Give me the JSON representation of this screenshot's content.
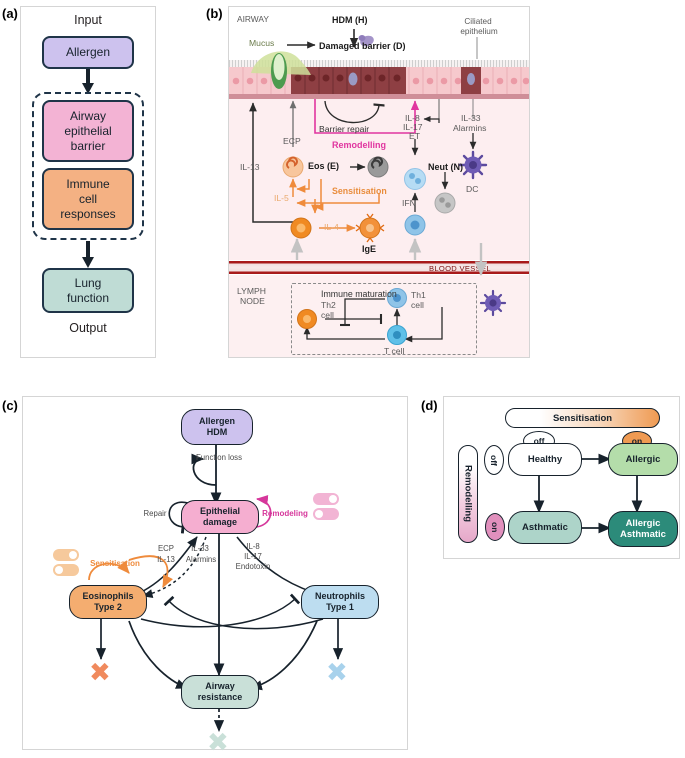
{
  "figure": {
    "panel_labels": {
      "a": "(a)",
      "b": "(b)",
      "c": "(c)",
      "d": "(d)"
    }
  },
  "panel_a": {
    "input_label": "Input",
    "output_label": "Output",
    "boxes": [
      {
        "label": "Allergen",
        "color": "#cdc2ee"
      },
      {
        "label": "Airway\nepithelial\nbarrier",
        "line1": "Airway",
        "line2": "epithelial",
        "line3": "barrier",
        "color": "#f3b3d4"
      },
      {
        "label": "Immune\ncell\nresponses",
        "line1": "Immune",
        "line2": "cell",
        "line3": "responses",
        "color": "#f4b183"
      },
      {
        "label": "Lung\nfunction",
        "line1": "Lung",
        "line2": "function",
        "color": "#bfdcd5"
      }
    ]
  },
  "panel_b": {
    "compartments": {
      "airway": "AIRWAY",
      "blood_vessel": "BLOOD VESSEL",
      "lymph_node_line1": "LYMPH",
      "lymph_node_line2": "NODE"
    },
    "labels": {
      "hdm": "HDM (H)",
      "mucus": "Mucus",
      "damaged_barrier": "Damaged barrier (D)",
      "ciliated_line1": "Ciliated",
      "ciliated_line2": "epithelium",
      "barrier_repair": "Barrier repair",
      "remodelling": "Remodelling",
      "ecp": "ECP",
      "il13": "IL-13",
      "il5": "IL-5",
      "il4": "IL-4",
      "eos": "Eos (E)",
      "sensitisation": "Sensitisation",
      "ige": "IgE",
      "il8": "IL-8",
      "il17": "IL-17",
      "et": "ET",
      "neut": "Neut (N)",
      "ifn": "IFN",
      "il33": "IL-33",
      "alarmins": "Alarmins",
      "dc": "DC",
      "immune_maturation": "Immune maturation",
      "th2_line1": "Th2",
      "th2_line2": "cell",
      "th1_line1": "Th1",
      "th1_line2": "cell",
      "t_cell": "T cell"
    }
  },
  "panel_c": {
    "nodes": [
      {
        "id": "allergen",
        "line1": "Allergen",
        "line2": "HDM",
        "color": "#cdc2ee"
      },
      {
        "id": "epithelial",
        "line1": "Epithelial",
        "line2": "damage",
        "color": "#f5aed0"
      },
      {
        "id": "eosinophils",
        "line1": "Eosinophils",
        "line2": "Type 2",
        "color": "#f4ad70"
      },
      {
        "id": "neutrophils",
        "line1": "Neutrophils",
        "line2": "Type 1",
        "color": "#bdddf0"
      },
      {
        "id": "airway",
        "line1": "Airway",
        "line2": "resistance",
        "color": "#c9e0d8"
      }
    ],
    "edge_labels": {
      "function_loss": "Function loss",
      "repair": "Repair",
      "remodeling": "Remodeling",
      "sensitisation": "Sensitisation",
      "ecp": "ECP",
      "il13": "IL-13",
      "il33": "IL-33",
      "alarmins": "Alarmins",
      "il8": "IL-8",
      "il17": "IL-17",
      "endotoxin": "Endotoxin"
    },
    "markers": {
      "eosinophil_x": "✖",
      "neutrophil_x": "✖",
      "airway_x": "✖"
    },
    "colors": {
      "sensitisation": "#ef8b3c",
      "remodeling": "#d6379b",
      "eos_x": "#f08a5d",
      "neut_x": "#a8d2ec",
      "airway_x": "#c9e0d8"
    }
  },
  "panel_d": {
    "axis_x_label": "Sensitisation",
    "axis_y_label": "Remodelling",
    "toggles": {
      "x_off": "off",
      "x_on": "on",
      "y_off": "off",
      "y_on": "on"
    },
    "states": [
      {
        "id": "healthy",
        "line1": "Healthy",
        "line2": "",
        "color": "#ffffff"
      },
      {
        "id": "allergic",
        "line1": "Allergic",
        "line2": "",
        "color": "#b4ddaa"
      },
      {
        "id": "asthmatic",
        "line1": "Asthmatic",
        "line2": "",
        "color": "#add4c9"
      },
      {
        "id": "allergic_asthmatic",
        "line1": "Allergic",
        "line2": "Asthmatic",
        "color": "#2c8b7a"
      }
    ],
    "colors": {
      "sens_gradient_start": "#ffffff",
      "sens_gradient_end": "#ef9a52",
      "remod_gradient_start": "#ffffff",
      "remod_gradient_end": "#e6a8c9",
      "on_badge_x": "#ef9a52",
      "on_badge_y": "#e190bd"
    }
  }
}
